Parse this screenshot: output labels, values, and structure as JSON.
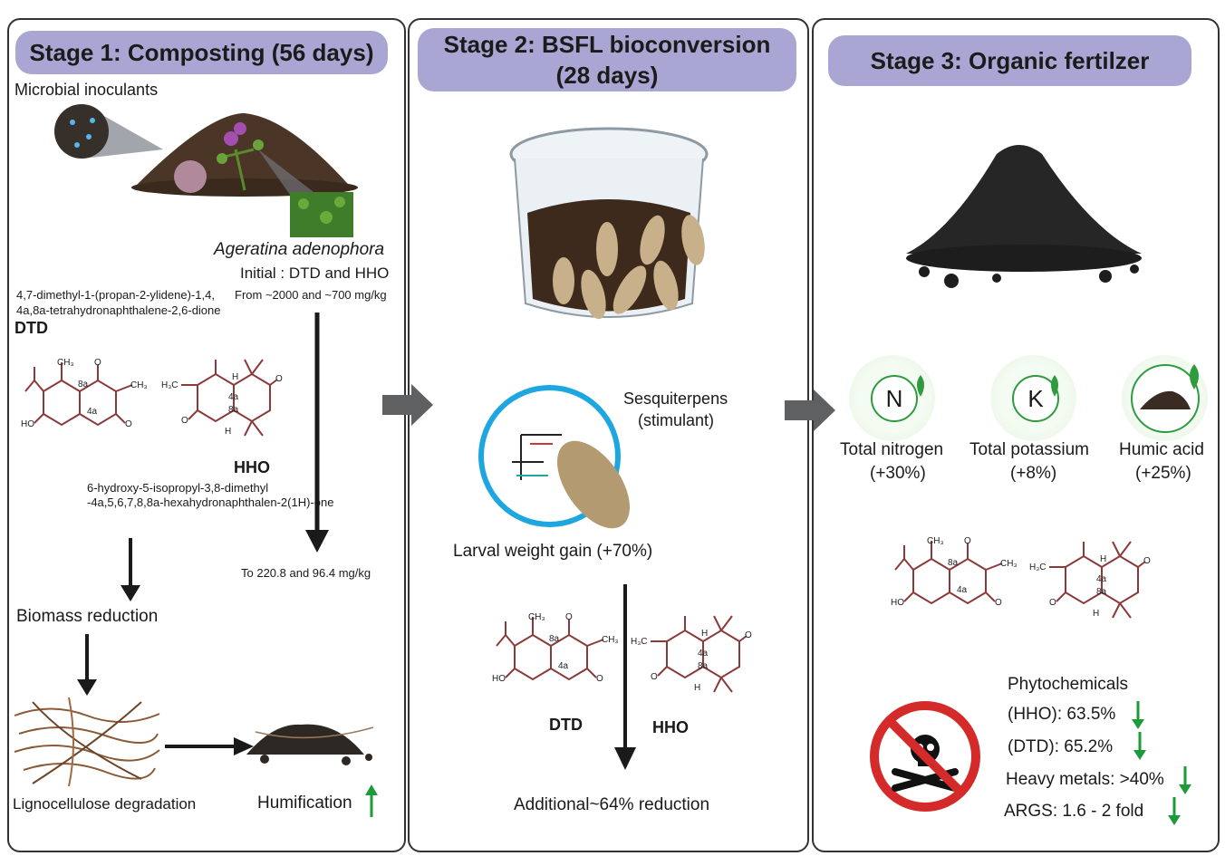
{
  "stage1": {
    "title": "Stage 1: Composting (56 days)",
    "microbial": "Microbial inoculants",
    "species": "Ageratina adenophora",
    "initial": "Initial : DTD and HHO",
    "from": "From ~2000 and ~700 mg/kg",
    "dtd_name_1": "4,7-dimethyl-1-(propan-2-ylidene)-1,4,",
    "dtd_name_2": "4a,8a-tetrahydronaphthalene-2,6-dione",
    "dtd_label": "DTD",
    "hho_label": "HHO",
    "hho_name_1": "6-hydroxy-5-isopropyl-3,8-dimethyl",
    "hho_name_2": "-4a,5,6,7,8,8a-hexahydronaphthalen-2(1H)-one",
    "to": "To 220.8 and 96.4 mg/kg",
    "biomass": "Biomass reduction",
    "ligno": "Lignocellulose degradation",
    "humification": "Humification"
  },
  "stage2": {
    "title_1": "Stage 2: BSFL bioconversion",
    "title_2": "(28 days)",
    "sesq_1": "Sesquiterpens",
    "sesq_2": "(stimulant)",
    "larval": "Larval weight gain (+70%)",
    "dtd_label": "DTD",
    "hho_label": "HHO",
    "additional": "Additional~64% reduction"
  },
  "stage3": {
    "title": "Stage 3: Organic fertilzer",
    "n_letter": "N",
    "k_letter": "K",
    "nitrogen": "Total nitrogen",
    "nitrogen_pct": "(+30%)",
    "potassium": "Total potassium",
    "potassium_pct": "(+8%)",
    "humic": "Humic acid",
    "humic_pct": "(+25%)",
    "phyto": "Phytochemicals",
    "hho": "(HHO): 63.5%",
    "dtd": "(DTD): 65.2%",
    "metals": "Heavy metals: >40%",
    "args": "ARGS: 1.6 - 2  fold"
  },
  "mol_labels": {
    "ch3": "CH₃",
    "h3c": "H₃C",
    "ho": "HO",
    "o": "O",
    "h": "H",
    "a8": "8a",
    "a4": "4a"
  },
  "colors": {
    "title_bg": "#aaa6d3",
    "molecule": "#8b3a3a",
    "down_arrow": "#1e9a3a",
    "flow_arrow": "#5f6062",
    "ring_blue": "#1ea6e0",
    "prohibit_red": "#d42a2a"
  }
}
